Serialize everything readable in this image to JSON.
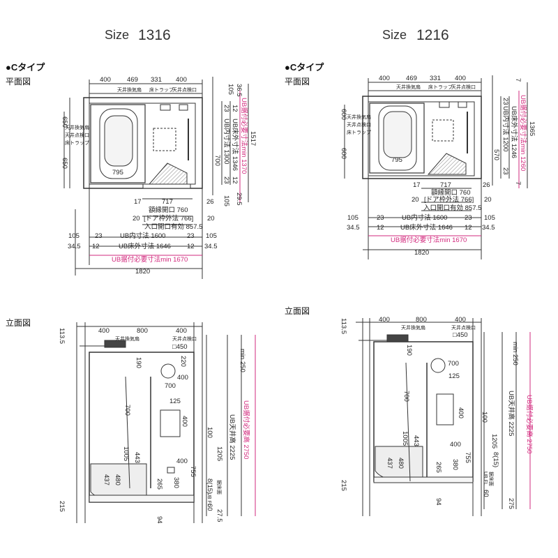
{
  "left": {
    "size_word": "Size",
    "size_num": "1316",
    "type_label": "●Cタイプ",
    "plan_label": "平面図",
    "elev_label": "立面図",
    "plan": {
      "top": [
        "400",
        "469",
        "331",
        "400"
      ],
      "fan": "天井換気扇",
      "trap": "床トラップ",
      "hatch": "天井点検口",
      "right_a": [
        "105",
        "36.5"
      ],
      "right_b": [
        "23",
        "12"
      ],
      "in_w": "UB内寸法 1300",
      "out_w": "UB床外寸法 1346",
      "need_w": "UB据付必要寸法min 1370",
      "total": "1517",
      "v700": "700",
      "r_bottom": [
        "23",
        "12",
        "29.5",
        "105"
      ],
      "left_side": [
        "650",
        "650"
      ],
      "left_labels": [
        "天井換気扇",
        "天井点検口",
        "床トラップ"
      ],
      "tub": "795",
      "door_a": [
        "17",
        "717",
        "26"
      ],
      "door_b": "額縁開口 760",
      "door_c": "[ドア枠外法 766]",
      "door_d": "入口開口有効 857.5",
      "dim20": [
        "20",
        "20"
      ],
      "bot1": [
        "105",
        "23",
        "UB内寸法 1600",
        "23",
        "105"
      ],
      "bot2": [
        "34.5",
        "12",
        "UB床外寸法 1646",
        "12",
        "34.5"
      ],
      "bot3": "UB据付必要寸法min 1670",
      "bot4": "1820"
    },
    "elev": {
      "top": [
        "400",
        "800",
        "400"
      ],
      "fan": "天井換気扇",
      "hatch": "天井点検口",
      "hatch450": "□450",
      "side1135": "113.5",
      "v190": "190",
      "v220": "220",
      "v400a": "400",
      "v700a": "700",
      "v125": "125",
      "v700b": "700",
      "v400b": "400",
      "v100": "100",
      "v1005": "1005",
      "v443": "443",
      "v400c": "400",
      "v437": "437",
      "v480": "480",
      "v265": "265",
      "v380": "380",
      "v755": "755",
      "v1205": "1205",
      "v815": "8(15)",
      "ubfl": "UB FL",
      "floor": "据床面",
      "v60": "60",
      "v215": "215",
      "v94": "94",
      "v2755": "27.5",
      "ceil": "UB天井高 2225",
      "min250": "min 250",
      "need_h": "UB据付必要高 2750"
    }
  },
  "right": {
    "size_word": "Size",
    "size_num": "1216",
    "type_label": "●Cタイプ",
    "plan_label": "平面図",
    "elev_label": "立面図",
    "plan": {
      "top": [
        "400",
        "469",
        "331",
        "400"
      ],
      "fan": "天井換気扇",
      "trap": "床トラップ",
      "hatch": "天井点検口",
      "r7": [
        "7",
        "7"
      ],
      "in_w": "UB内寸法 1200",
      "out_w": "UB床外寸法 1246",
      "need_w": "UB据付必要寸法min 1260",
      "total": "1365",
      "v570": "570",
      "v2323": [
        "23",
        "23"
      ],
      "left_side": [
        "600",
        "600"
      ],
      "left_labels": [
        "天井換気扇",
        "天井点検口",
        "床トラップ"
      ],
      "tub": "795",
      "door_a": [
        "17",
        "717",
        "26"
      ],
      "door_b": "額縁開口 760",
      "door_c": "[ドア枠外法 766]",
      "door_d": "入口開口有効 857.5",
      "dim20": [
        "20",
        "20"
      ],
      "bot1": [
        "105",
        "23",
        "UB内寸法 1600",
        "23",
        "105"
      ],
      "bot2": [
        "34.5",
        "12",
        "UB床外寸法 1646",
        "12",
        "34.5"
      ],
      "bot3": "UB据付必要寸法min 1670",
      "bot4": "1820"
    },
    "elev": {
      "top": [
        "400",
        "800",
        "400"
      ],
      "fan": "天井換気扇",
      "hatch": "天井点検口",
      "hatch450": "□450",
      "side1135": "113.5",
      "v190": "190",
      "v700a": "700",
      "v125": "125",
      "v700b": "700",
      "v400b": "400",
      "v100": "100",
      "v1005": "1005",
      "v443": "443",
      "v400c": "400",
      "v437": "437",
      "v480": "480",
      "v265": "265",
      "v380": "380",
      "v755": "755",
      "v1205": "1205",
      "v815": "8(15)",
      "ubfl": "UB FL",
      "floor": "据床面",
      "v60": "60",
      "v215": "215",
      "v94": "94",
      "v275": "275",
      "ceil": "UB天井高 2225",
      "min250": "min 250",
      "need_h": "UB据付必要高 2750"
    }
  }
}
